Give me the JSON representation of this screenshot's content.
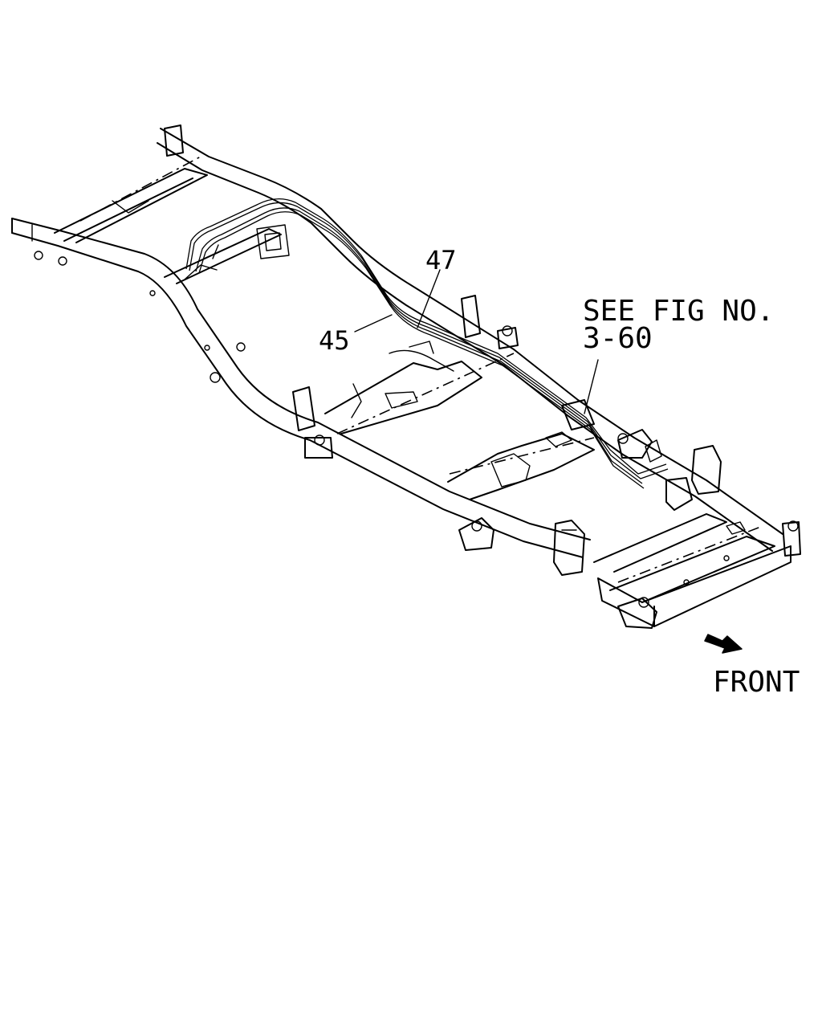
{
  "callouts": {
    "part_47": "47",
    "part_45": "45",
    "see_fig_line1": "SEE FIG NO.",
    "see_fig_line2": "3-60"
  },
  "orientation": {
    "front_label": "FRONT",
    "arrow_icon": "front-direction-arrow-icon"
  },
  "colors": {
    "line": "#000000",
    "background": "#ffffff"
  }
}
